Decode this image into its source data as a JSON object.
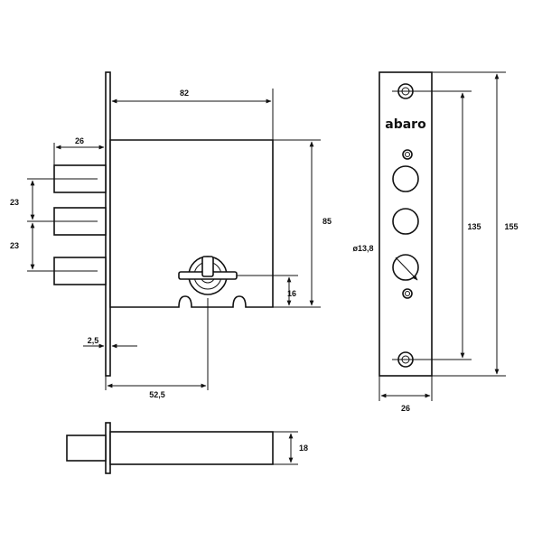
{
  "brand": "abaro",
  "dimensions": {
    "body_width": "82",
    "bolt_projection": "26",
    "bolt_spacing_top": "23",
    "bolt_spacing_bottom": "23",
    "body_height": "85",
    "cylinder_offset": "16",
    "faceplate_thickness": "2,5",
    "backset": "52,5",
    "faceplate_hole_spacing": "135",
    "faceplate_length": "155",
    "cylinder_diameter": "ø13,8",
    "faceplate_width": "26",
    "body_depth": "18"
  }
}
